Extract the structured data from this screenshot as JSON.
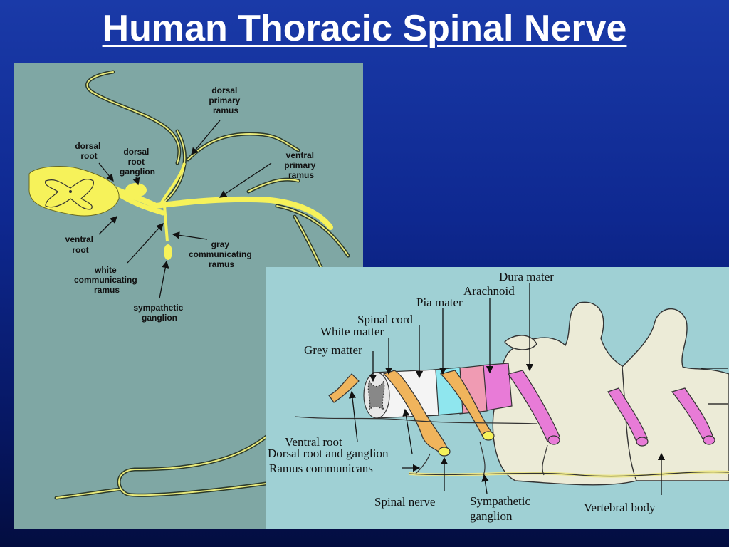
{
  "title": "Human Thoracic Spinal Nerve",
  "colors": {
    "background_top": "#1a3aa8",
    "background_bottom": "#030d40",
    "left_panel": "#7fa7a4",
    "right_panel": "#9fd0d4",
    "nerve_yellow": "#f6f25a"
  },
  "left_diagram": {
    "labels": {
      "dorsal_primary_ramus": [
        "dorsal",
        "primary",
        "ramus"
      ],
      "dorsal_root": [
        "dorsal",
        "root"
      ],
      "dorsal_root_ganglion": [
        "dorsal",
        "root",
        "ganglion"
      ],
      "ventral_primary_ramus": [
        "ventral",
        "primary",
        "ramus"
      ],
      "ventral_root": [
        "ventral",
        "root"
      ],
      "gray_communicating_ramus": [
        "gray",
        "communicating",
        "ramus"
      ],
      "white_communicating_ramus": [
        "white",
        "communicating",
        "ramus"
      ],
      "sympathetic_ganglion": [
        "sympathetic",
        "ganglion"
      ]
    }
  },
  "right_diagram": {
    "labels": {
      "dura_mater": "Dura mater",
      "arachnoid": "Arachnoid",
      "pia_mater": "Pia mater",
      "spinal_cord": "Spinal cord",
      "white_matter": "White matter",
      "grey_matter": "Grey matter",
      "ventral_root": "Ventral root",
      "dorsal_root_and_ganglion": "Dorsal root and ganglion",
      "ramus_communicans": "Ramus communicans",
      "spinal_nerve": "Spinal nerve",
      "sympathetic_ganglion": [
        "Sympathetic",
        "ganglion"
      ],
      "vertebral_body": "Vertebral body"
    }
  }
}
